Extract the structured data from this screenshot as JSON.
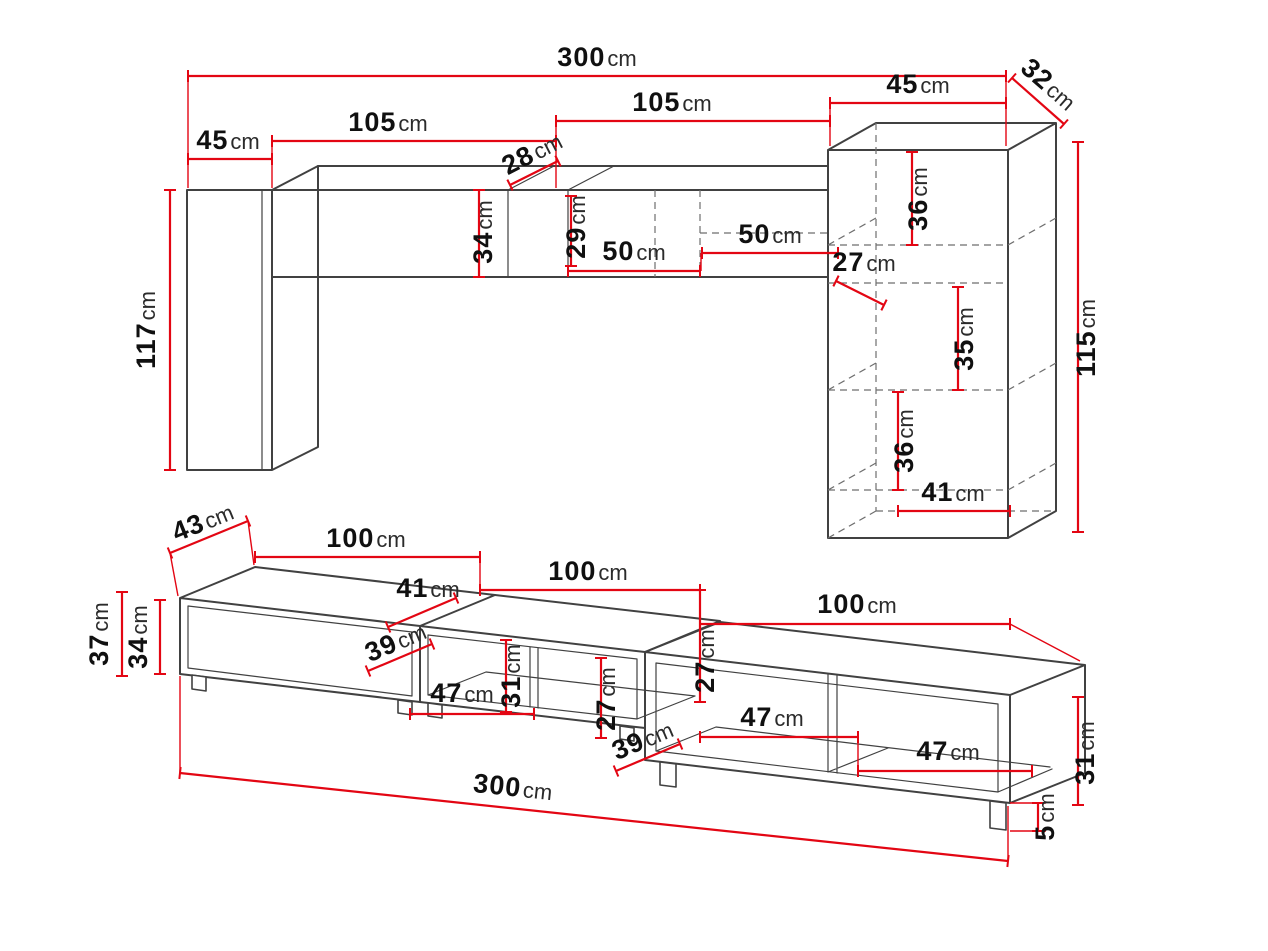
{
  "colors": {
    "dimension_line": "#e30613",
    "drawing_line": "#414141",
    "label_text": "#101010"
  },
  "upper_unit": {
    "total_width": {
      "v": "300",
      "u": "cm"
    },
    "top_depth": {
      "v": "32",
      "u": "cm"
    },
    "right_section_width": {
      "v": "45",
      "u": "cm"
    },
    "right_mid_width": {
      "v": "105",
      "u": "cm"
    },
    "left_mid_width": {
      "v": "105",
      "u": "cm"
    },
    "left_section_width": {
      "v": "45",
      "u": "cm"
    },
    "left_cabinet_height": {
      "v": "117",
      "u": "cm"
    },
    "shelf_front_height": {
      "v": "34",
      "u": "cm"
    },
    "shelf_inner_height": {
      "v": "29",
      "u": "cm"
    },
    "shelf_top_depth": {
      "v": "28",
      "u": "cm"
    },
    "shelf_span_left": {
      "v": "50",
      "u": "cm"
    },
    "shelf_span_right": {
      "v": "50",
      "u": "cm"
    },
    "shelf_side_depth": {
      "v": "27",
      "u": "cm"
    },
    "right_top_section_height": {
      "v": "36",
      "u": "cm"
    },
    "right_mid_section_height": {
      "v": "35",
      "u": "cm"
    },
    "right_bottom_section_height": {
      "v": "36",
      "u": "cm"
    },
    "right_inner_width": {
      "v": "41",
      "u": "cm"
    },
    "right_cabinet_height": {
      "v": "115",
      "u": "cm"
    }
  },
  "lower_unit": {
    "left_depth": {
      "v": "43",
      "u": "cm"
    },
    "section1_width": {
      "v": "100",
      "u": "cm"
    },
    "section2_width": {
      "v": "100",
      "u": "cm"
    },
    "section3_width": {
      "v": "100",
      "u": "cm"
    },
    "left_total_height": {
      "v": "37",
      "u": "cm"
    },
    "left_front_height": {
      "v": "34",
      "u": "cm"
    },
    "mid_top_depth": {
      "v": "41",
      "u": "cm"
    },
    "mid_shelf_depth": {
      "v": "39",
      "u": "cm"
    },
    "mid_opening_width": {
      "v": "47",
      "u": "cm"
    },
    "mid_opening_height": {
      "v": "31",
      "u": "cm"
    },
    "mid_opening_height_right": {
      "v": "27",
      "u": "cm"
    },
    "right_back_height": {
      "v": "27",
      "u": "cm"
    },
    "right_shelf_depth": {
      "v": "39",
      "u": "cm"
    },
    "right_opening_width_left": {
      "v": "47",
      "u": "cm"
    },
    "right_opening_width_right": {
      "v": "47",
      "u": "cm"
    },
    "right_front_height": {
      "v": "31",
      "u": "cm"
    },
    "total_width": {
      "v": "300",
      "u": "cm"
    },
    "foot_height": {
      "v": "5",
      "u": "cm"
    }
  }
}
